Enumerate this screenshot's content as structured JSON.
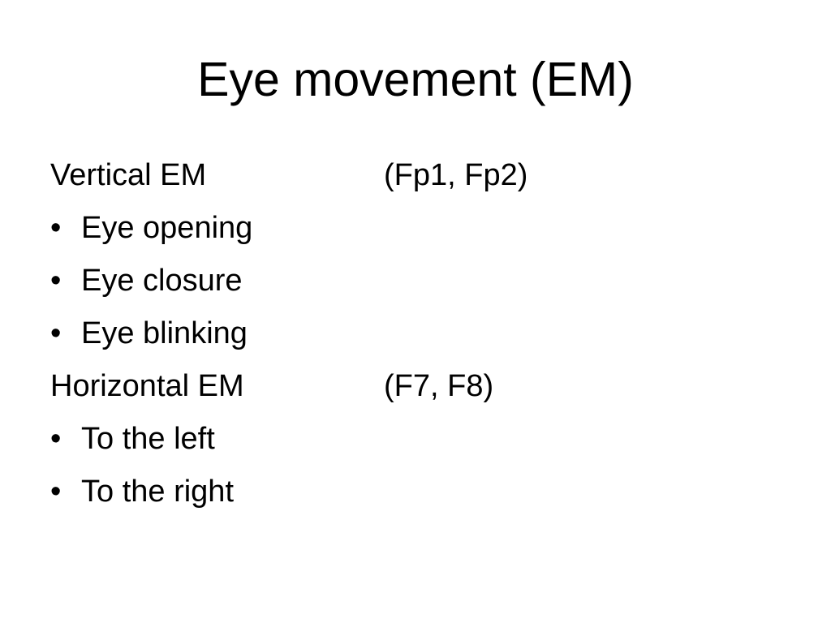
{
  "slide": {
    "title": "Eye movement (EM)",
    "bullet_glyph": "•",
    "sections": [
      {
        "heading": "Vertical EM",
        "note": "(Fp1, Fp2)",
        "items": [
          "Eye opening",
          "Eye closure",
          "Eye blinking"
        ]
      },
      {
        "heading": "Horizontal EM",
        "note": "(F7, F8)",
        "items": [
          "To the left",
          "To the right"
        ]
      }
    ]
  }
}
